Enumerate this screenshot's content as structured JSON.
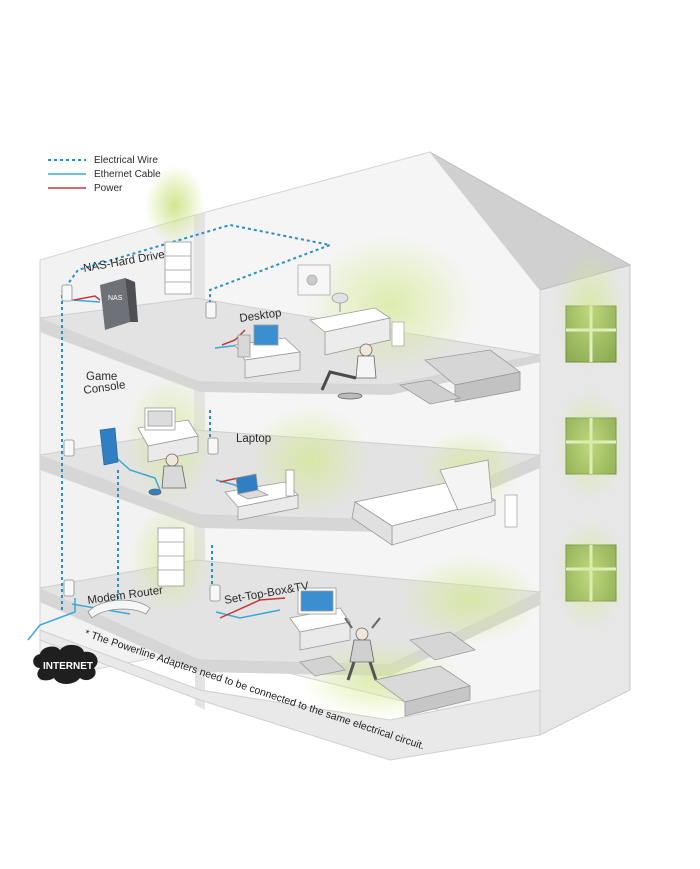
{
  "legend": {
    "electrical_wire": "Electrical Wire",
    "ethernet_cable": "Ethernet Cable",
    "power": "Power"
  },
  "colors": {
    "electrical_wire": "#2b8fc4",
    "ethernet_cable": "#3aa8d8",
    "power": "#c43a3a",
    "glow": "#c8e27a"
  },
  "rooms": {
    "nas": "NAS-Hard Drive",
    "desktop": "Desktop",
    "game_console_line1": "Game",
    "game_console_line2": "Console",
    "laptop": "Laptop",
    "modem_router": "Modem Router",
    "set_top_box": "Set-Top-Box&TV"
  },
  "nas_device_label": "NAS",
  "internet": "INTERNET",
  "footnote": "* The Powerline Adapters need to be connected to the same electrical circuit."
}
